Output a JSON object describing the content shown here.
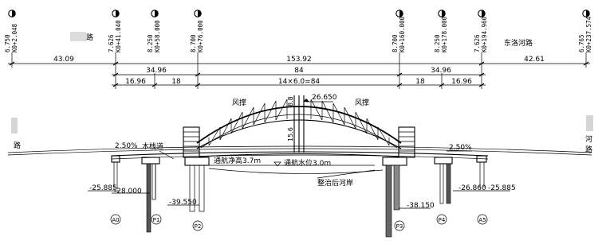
{
  "stations": [
    {
      "elev": "6.750",
      "km": "K0+2.048"
    },
    {
      "elev": "7.626",
      "km": "K0+41.040"
    },
    {
      "elev": "8.250",
      "km": "K0+58.000"
    },
    {
      "elev": "8.700",
      "km": "K0+76.000"
    },
    {
      "elev": "8.700",
      "km": "K0+160.000"
    },
    {
      "elev": "8.250",
      "km": "K0+178.000"
    },
    {
      "elev": "7.626",
      "km": "K0+194.960"
    },
    {
      "elev": "6.765",
      "km": "K0+237.574"
    }
  ],
  "road_labels": {
    "left_top": "路",
    "right_top": "东洛河路",
    "left_side": "路",
    "right_side_1": "河",
    "right_side_2": "路"
  },
  "dimensions": {
    "row1": [
      "43.09",
      "153.92",
      "42.61"
    ],
    "row2": [
      "34.96",
      "84",
      "34.96"
    ],
    "row3": [
      "16.96",
      "18",
      "14×6.0=84",
      "18",
      "16.96"
    ]
  },
  "annotations": {
    "wind_brace_left": "风撑",
    "wind_brace_right": "风撑",
    "arch_top_elev": "26.650",
    "rise_1": "8.8",
    "rise_2": "15.6",
    "slope_left": "2.50%",
    "slope_right": "2.50%",
    "trestle": "木栈道",
    "clearance": "通航净高3.7m",
    "water_level": "通航水位3.0m",
    "riverbank": "整治后河岸"
  },
  "pile_tips": [
    "-25.885",
    "-28.000",
    "-39.550",
    "-38.150",
    "-26.860",
    "-25.885"
  ],
  "piers": [
    "A0",
    "P1",
    "P2",
    "P3",
    "P4",
    "A5"
  ]
}
